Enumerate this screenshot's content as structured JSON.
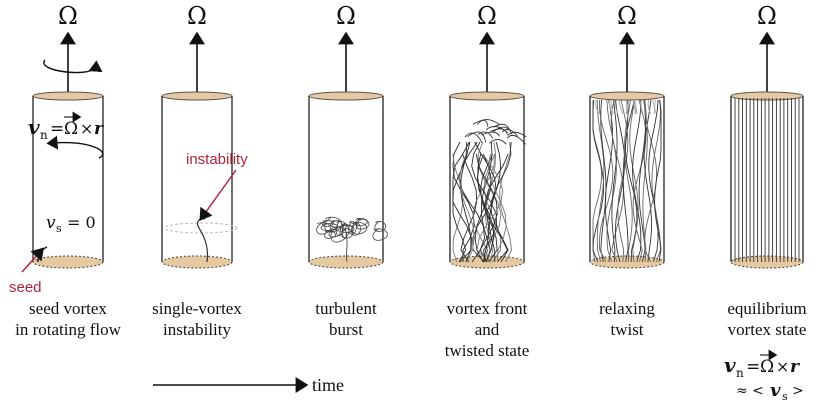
{
  "diagram": {
    "omega_symbol": "Ω",
    "panels": [
      {
        "caption_lines": [
          "seed vortex",
          "in rotating flow"
        ]
      },
      {
        "caption_lines": [
          "single-vortex",
          "instability"
        ]
      },
      {
        "caption_lines": [
          "turbulent",
          "burst"
        ]
      },
      {
        "caption_lines": [
          "vortex front",
          "and",
          "twisted state"
        ]
      },
      {
        "caption_lines": [
          "relaxing",
          "twist"
        ]
      },
      {
        "caption_lines": [
          "equilibrium",
          "vortex state"
        ]
      }
    ],
    "annotations": {
      "vn_lhs": "v",
      "vn_sub": "n",
      "vn_eq": "=",
      "omega_vec": "Ω",
      "times": "×",
      "r": "r",
      "vs_lhs": "v",
      "vs_sub": "s",
      "vs_eq": "= 0",
      "instability": "instability",
      "seed": "seed",
      "approx": "≈ <",
      "approx_close": ">"
    },
    "time_label": "time",
    "colors": {
      "cap": "#e7c9a1",
      "cap_edge": "#7a5a3a",
      "annotation_red": "#b0243a",
      "line": "#1a1a1a"
    }
  }
}
